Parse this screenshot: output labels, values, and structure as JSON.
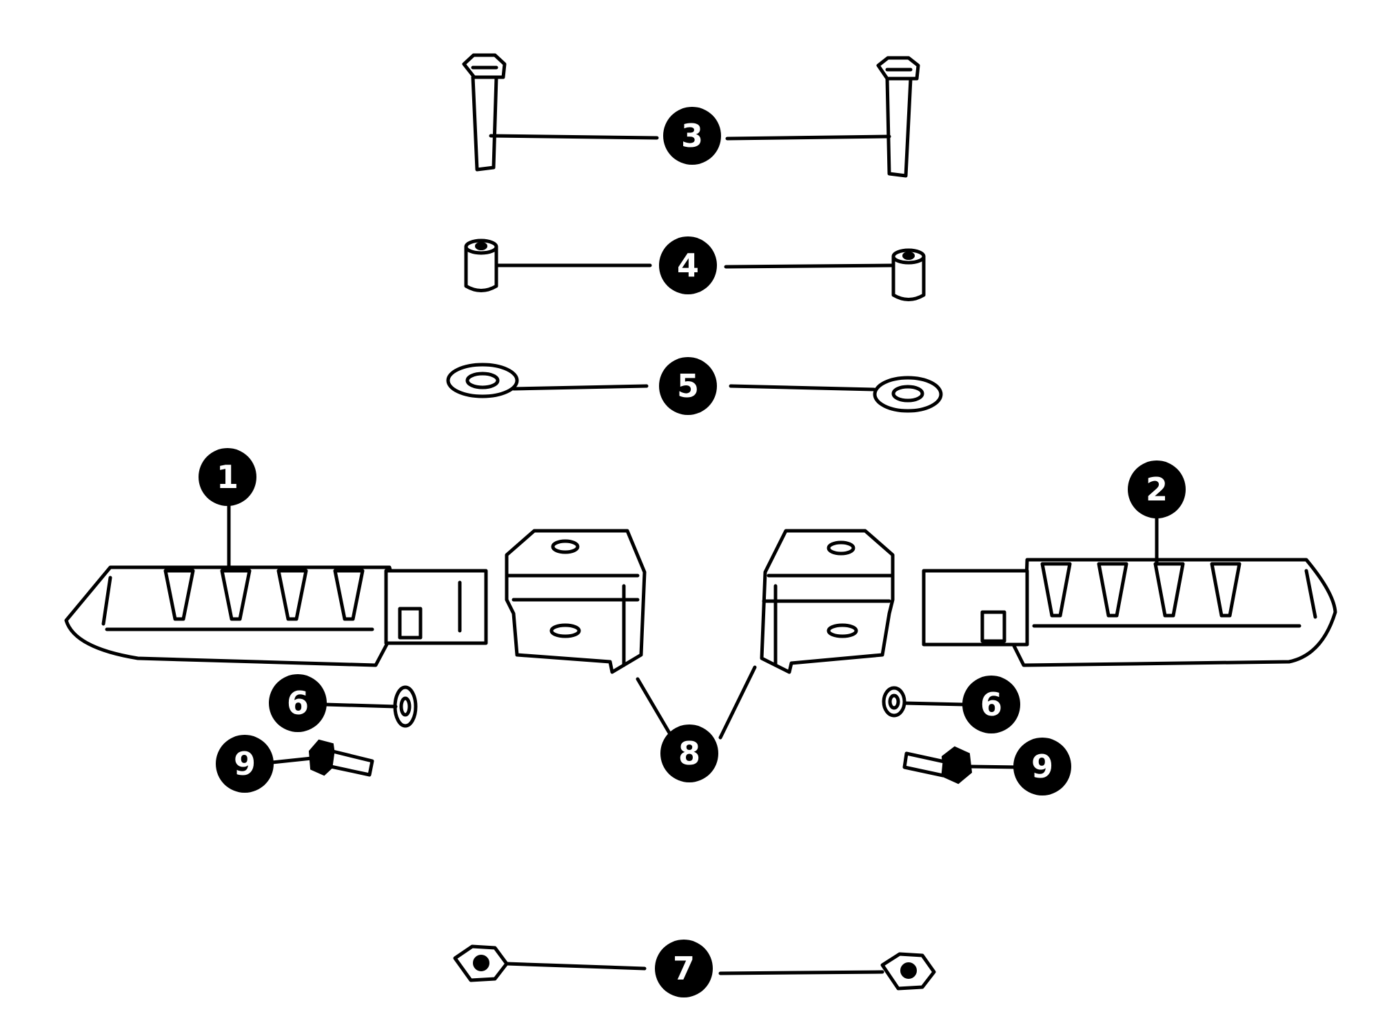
{
  "diagram": {
    "colors": {
      "ink": "#000000",
      "paper": "#ffffff"
    },
    "callouts": [
      {
        "id": "c1",
        "label": "1"
      },
      {
        "id": "c2",
        "label": "2"
      },
      {
        "id": "c3",
        "label": "3"
      },
      {
        "id": "c4",
        "label": "4"
      },
      {
        "id": "c5",
        "label": "5"
      },
      {
        "id": "c6a",
        "label": "6"
      },
      {
        "id": "c6b",
        "label": "6"
      },
      {
        "id": "c7",
        "label": "7"
      },
      {
        "id": "c8",
        "label": "8"
      },
      {
        "id": "c9a",
        "label": "9"
      },
      {
        "id": "c9b",
        "label": "9"
      }
    ]
  }
}
